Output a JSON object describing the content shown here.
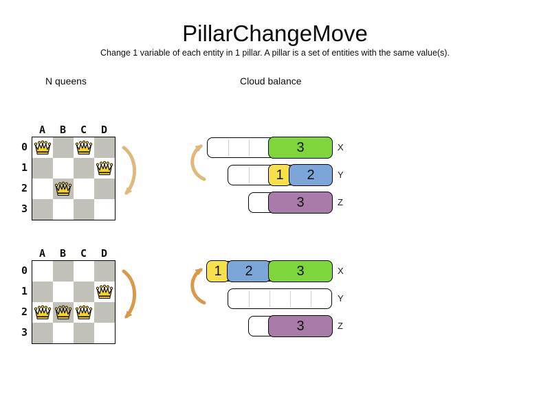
{
  "title": "PillarChangeMove",
  "subtitle": "Change 1 variable of each entity in 1 pillar. A pillar is a set of entities with the same value(s).",
  "sections": {
    "left_label": "N queens",
    "right_label": "Cloud balance"
  },
  "colors": {
    "green": "#7ed53c",
    "yellow": "#f6e04b",
    "blue": "#7ca6d8",
    "purple": "#a87ba8",
    "board_gray": "#c1c1b9",
    "queen_fill": "#f5d327",
    "arrow_light": "#deb97b",
    "arrow_dark": "#d9994a"
  },
  "boards": [
    {
      "name": "before",
      "col_labels": [
        "A",
        "B",
        "C",
        "D"
      ],
      "row_labels": [
        "0",
        "1",
        "2",
        "3"
      ],
      "queens": [
        {
          "col": "A",
          "row": 0
        },
        {
          "col": "C",
          "row": 0
        },
        {
          "col": "D",
          "row": 1
        },
        {
          "col": "B",
          "row": 2
        }
      ]
    },
    {
      "name": "after",
      "col_labels": [
        "A",
        "B",
        "C",
        "D"
      ],
      "row_labels": [
        "0",
        "1",
        "2",
        "3"
      ],
      "queens": [
        {
          "col": "D",
          "row": 1
        },
        {
          "col": "A",
          "row": 2
        },
        {
          "col": "B",
          "row": 2
        },
        {
          "col": "C",
          "row": 2
        }
      ]
    }
  ],
  "bar_groups": [
    {
      "name": "before",
      "bars": [
        {
          "label": "X",
          "capacity": 6,
          "blocks": [
            {
              "value": "3",
              "start": 3,
              "size": 3,
              "color": "green"
            }
          ]
        },
        {
          "label": "Y",
          "capacity": 5,
          "blocks": [
            {
              "value": "1",
              "start": 2,
              "size": 1,
              "color": "yellow"
            },
            {
              "value": "2",
              "start": 3,
              "size": 2,
              "color": "blue"
            }
          ]
        },
        {
          "label": "Z",
          "capacity": 4,
          "blocks": [
            {
              "value": "3",
              "start": 1,
              "size": 3,
              "color": "purple"
            }
          ]
        }
      ]
    },
    {
      "name": "after",
      "bars": [
        {
          "label": "X",
          "capacity": 6,
          "blocks": [
            {
              "value": "1",
              "start": 0,
              "size": 1,
              "color": "yellow"
            },
            {
              "value": "2",
              "start": 1,
              "size": 2,
              "color": "blue"
            },
            {
              "value": "3",
              "start": 3,
              "size": 3,
              "color": "green"
            }
          ]
        },
        {
          "label": "Y",
          "capacity": 5,
          "blocks": []
        },
        {
          "label": "Z",
          "capacity": 4,
          "blocks": [
            {
              "value": "3",
              "start": 1,
              "size": 3,
              "color": "purple"
            }
          ]
        }
      ]
    }
  ]
}
